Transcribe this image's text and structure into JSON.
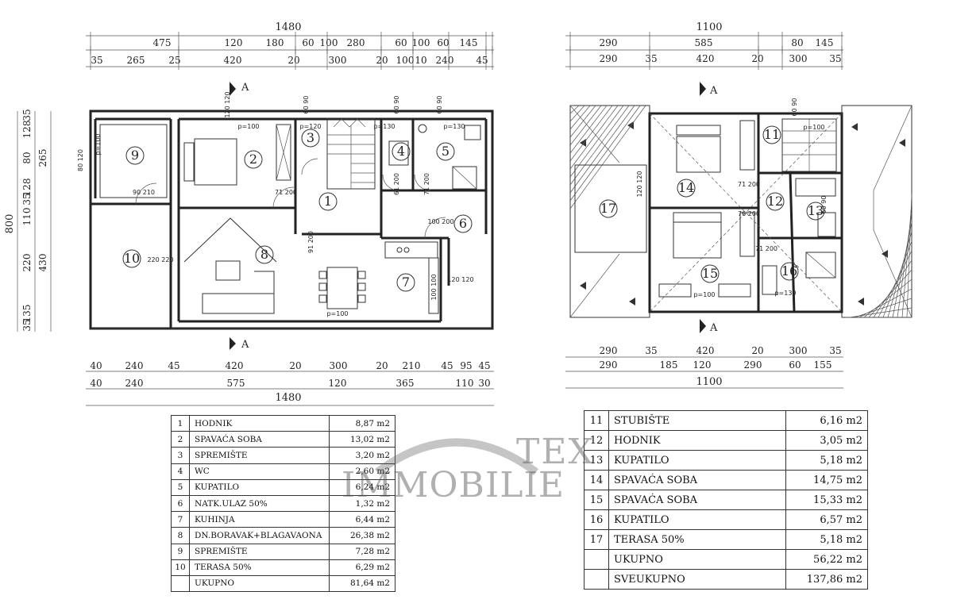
{
  "ground_floor": {
    "dims_top_total": "1480",
    "dims_top_row1": [
      "475",
      "120",
      "180",
      "60",
      "100",
      "280",
      "60",
      "100",
      "60",
      "145"
    ],
    "dims_top_row2": [
      "35",
      "265",
      "25",
      "420",
      "20",
      "300",
      "20",
      "100",
      "10",
      "240",
      "45"
    ],
    "dims_left_total": "800",
    "dims_left_outer": [
      "35",
      "128",
      "80",
      "128",
      "35",
      "110",
      "220",
      "135",
      "35"
    ],
    "dims_left_inner": [
      "265",
      "430"
    ],
    "dims_bottom_row1": [
      "40",
      "240",
      "45",
      "420",
      "20",
      "300",
      "20",
      "210",
      "45",
      "95",
      "45"
    ],
    "dims_bottom_row2": [
      "40",
      "240",
      "575",
      "120",
      "365",
      "110",
      "30"
    ],
    "dims_bottom_total": "1480",
    "section_label": "A",
    "room_numbers": [
      "1",
      "2",
      "3",
      "4",
      "5",
      "6",
      "7",
      "8",
      "9",
      "10"
    ],
    "door_labels": [
      "p=100",
      "p=120",
      "p=130",
      "p=130",
      "p=100",
      "p=100"
    ],
    "wall_labels": [
      "120 120",
      "60 90",
      "60 90",
      "60 90",
      "80 120",
      "220 220",
      "71 200",
      "61 200",
      "71 200",
      "100 200",
      "90 210",
      "91 200",
      "120 120",
      "100 100"
    ]
  },
  "upper_floor": {
    "dims_top_total": "1100",
    "dims_top_row1": [
      "290",
      "585",
      "80",
      "145"
    ],
    "dims_top_row2": [
      "290",
      "35",
      "420",
      "20",
      "300",
      "35"
    ],
    "dims_bottom_row1": [
      "290",
      "35",
      "420",
      "20",
      "300",
      "35"
    ],
    "dims_bottom_row2": [
      "290",
      "185",
      "120",
      "290",
      "60",
      "155"
    ],
    "dims_bottom_total": "1100",
    "section_label": "A",
    "room_numbers": [
      "11",
      "12",
      "13",
      "14",
      "15",
      "16",
      "17"
    ],
    "door_labels": [
      "p=100",
      "p=100",
      "p=130"
    ],
    "wall_labels": [
      "60 90",
      "71 200",
      "76 200",
      "71 200",
      "60 90",
      "120 120"
    ]
  },
  "rooms_ground": [
    {
      "no": "1",
      "name": "HODNIK",
      "area": "8,87 m2"
    },
    {
      "no": "2",
      "name": "SPAVAĆA SOBA",
      "area": "13,02 m2"
    },
    {
      "no": "3",
      "name": "SPREMIŠTE",
      "area": "3,20 m2"
    },
    {
      "no": "4",
      "name": "WC",
      "area": "2,60 m2"
    },
    {
      "no": "5",
      "name": "KUPATILO",
      "area": "6,24 m2"
    },
    {
      "no": "6",
      "name": "NATK.ULAZ 50%",
      "area": "1,32 m2"
    },
    {
      "no": "7",
      "name": "KUHINJA",
      "area": "6,44 m2"
    },
    {
      "no": "8",
      "name": "DN.BORAVAK+BLAGAVAONA",
      "area": "26,38 m2"
    },
    {
      "no": "9",
      "name": "SPREMIŠTE",
      "area": "7,28 m2"
    },
    {
      "no": "10",
      "name": "TERASA 50%",
      "area": "6,29 m2"
    },
    {
      "no": "",
      "name": "UKUPNO",
      "area": "81,64 m2"
    }
  ],
  "rooms_upper": [
    {
      "no": "11",
      "name": "STUBIŠTE",
      "area": "6,16 m2"
    },
    {
      "no": "12",
      "name": "HODNIK",
      "area": "3,05 m2"
    },
    {
      "no": "13",
      "name": "KUPATILO",
      "area": "5,18 m2"
    },
    {
      "no": "14",
      "name": "SPAVAĆA SOBA",
      "area": "14,75 m2"
    },
    {
      "no": "15",
      "name": "SPAVAĆA SOBA",
      "area": "15,33 m2"
    },
    {
      "no": "16",
      "name": "KUPATILO",
      "area": "6,57 m2"
    },
    {
      "no": "17",
      "name": "TERASA 50%",
      "area": "5,18 m2"
    },
    {
      "no": "",
      "name": "UKUPNO",
      "area": "56,22 m2"
    },
    {
      "no": "",
      "name": "SVEUKUPNO",
      "area": "137,86 m2"
    }
  ],
  "watermark": {
    "line1": "TEX",
    "line2": "IMMOBILIE"
  },
  "colors": {
    "ink": "#222222",
    "watermark": "#505050",
    "roof_hatch": "#333333"
  }
}
